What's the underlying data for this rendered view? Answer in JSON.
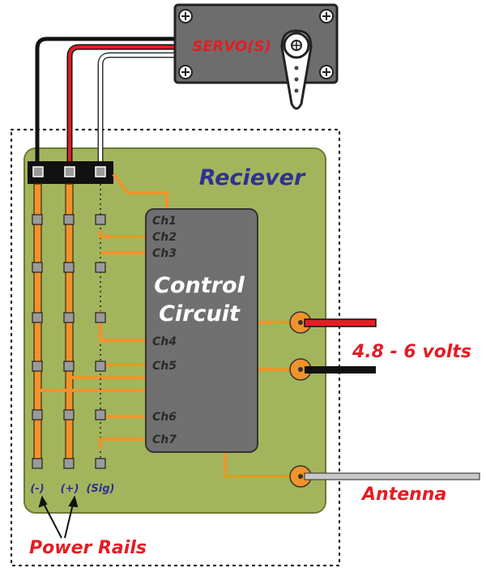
{
  "labels": {
    "servo": "SERVO(S)",
    "receiver": "Reciever",
    "control_line1": "Control",
    "control_line2": "Circuit",
    "voltage": "4.8 - 6 volts",
    "antenna": "Antenna",
    "power_rails": "Power Rails",
    "rail_neg": "(-)",
    "rail_pos": "(+)",
    "rail_sig": "(Sig)"
  },
  "channels": [
    "Ch1",
    "Ch2",
    "Ch3",
    "Ch4",
    "Ch5",
    "Ch6",
    "Ch7"
  ],
  "colors": {
    "board": "#a3b55c",
    "board_edge": "#6b7a32",
    "trace": "#f0932b",
    "chip": "#707070",
    "servo_body": "#6d6d6d",
    "red_text": "#e31d25",
    "blue_text": "#2e3192",
    "wire_red": "#e31d25",
    "wire_black": "#111111",
    "wire_white": "#ffffff"
  }
}
